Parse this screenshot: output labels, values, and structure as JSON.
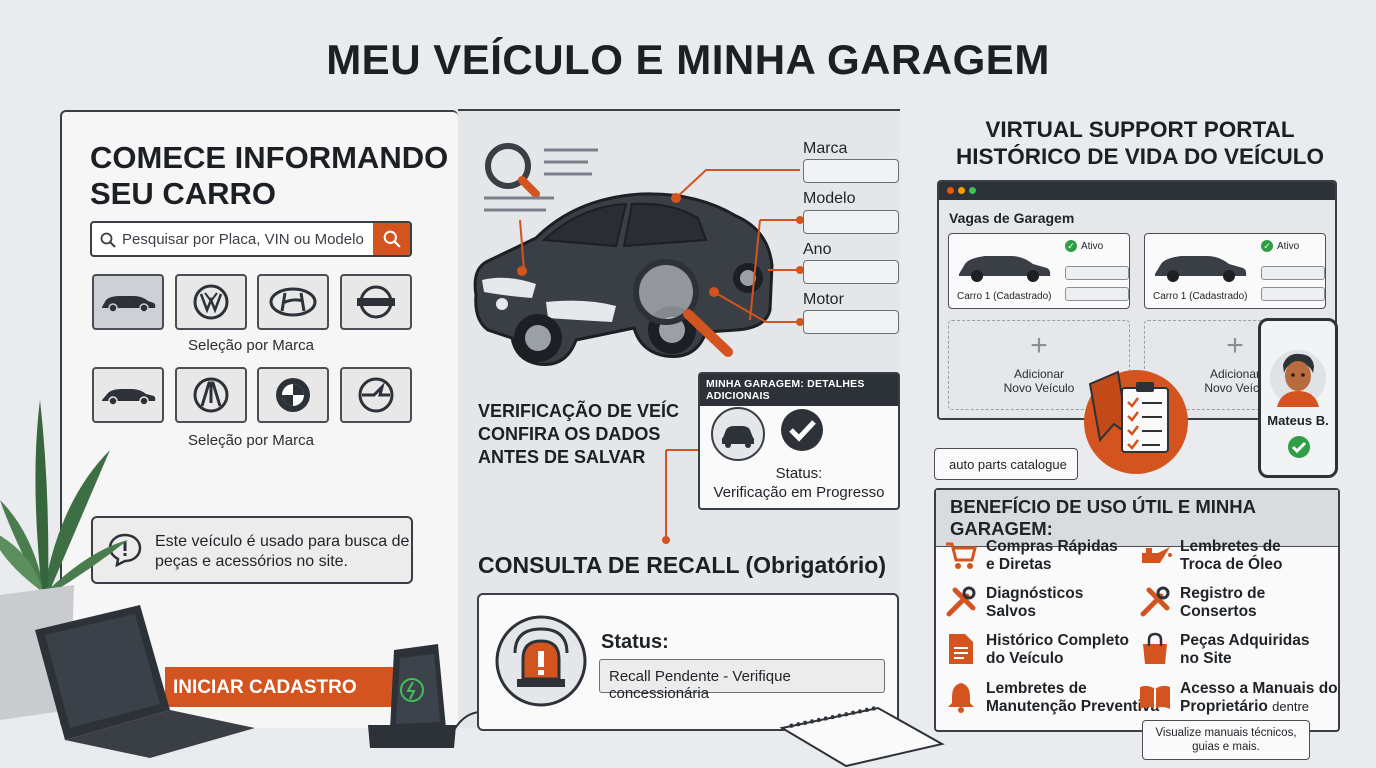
{
  "title": "MEU VEÍCULO E MINHA GARAGEM",
  "left_panel": {
    "heading_line1": "COMECE INFORMANDO",
    "heading_line2": "SEU CARRO",
    "search_placeholder": "Pesquisar por Placa, VIN ou Modelo",
    "brand_row1_caption": "Seleção por Marca",
    "brand_row2_caption": "Seleção por Marca",
    "info_line1": "Este veículo é usado para busca de",
    "info_line2": "peças e acessórios no site.",
    "cta_label": "INICIAR CADASTRO"
  },
  "middle_panel": {
    "fields": [
      "Marca",
      "Modelo",
      "Ano",
      "Motor"
    ],
    "verify_line1": "VERIFICAÇÃO DE VEÍC",
    "verify_line2": "CONFIRA OS DADOS",
    "verify_line3": "ANTES DE SALVAR",
    "details_header": "MINHA GARAGEM: DETALHES ADICIONAIS",
    "details_status_label": "Status:",
    "details_status_value": "Verificação em Progresso",
    "recall_heading": "CONSULTA DE RECALL (Obrigatório)",
    "recall_status_label": "Status:",
    "recall_status_value": "Recall Pendente - Verifique concessionária"
  },
  "right_panel": {
    "heading_line1": "VIRTUAL SUPPORT PORTAL",
    "heading_line2": "HISTÓRICO DE VIDA DO VEÍCULO",
    "garage_title": "Vagas de Garagem",
    "slots": [
      {
        "name": "Carro 1 (Cadastrado)",
        "status": "Ativo"
      },
      {
        "name": "Carro 1 (Cadastrado)",
        "status": "Ativo"
      }
    ],
    "add_slots": [
      {
        "line1": "Adicionar",
        "line2": "Novo Veículo"
      },
      {
        "line1": "Adicionar",
        "line2": "Novo Veícu"
      }
    ],
    "profile_name": "Mateus B.",
    "bubble_text": "auto parts catalogue",
    "benefits_heading": "BENEFÍCIO DE USO ÚTIL E MINHA GARAGEM:",
    "benefits": [
      {
        "icon": "cart-icon",
        "line1": "Compras Rápidas",
        "line2": "e Diretas"
      },
      {
        "icon": "oil-can-icon",
        "line1": "Lembretes de",
        "line2": "Troca de Óleo"
      },
      {
        "icon": "tools-icon",
        "line1": "Diagnósticos",
        "line2": "Salvos"
      },
      {
        "icon": "tools-icon",
        "line1": "Registro de",
        "line2": "Consertos"
      },
      {
        "icon": "document-icon",
        "line1": "Histórico Completo",
        "line2": "do Veículo"
      },
      {
        "icon": "shopping-bag-icon",
        "line1": "Peças Adquiridas",
        "line2": "no Site"
      },
      {
        "icon": "bell-icon",
        "line1": "Lembretes de",
        "line2": "Manutenção Preventiva"
      },
      {
        "icon": "book-icon",
        "line1": "Acesso a Manuais do",
        "line2": "Proprietário",
        "line2_small": "dentre outros"
      }
    ],
    "tooltip_line1": "Visualize manuais técnicos,",
    "tooltip_line2": "guias e mais."
  },
  "colors": {
    "accent": "#d4541f",
    "dark": "#2d3238",
    "success": "#2f9e44",
    "background": "#e9ebee"
  }
}
